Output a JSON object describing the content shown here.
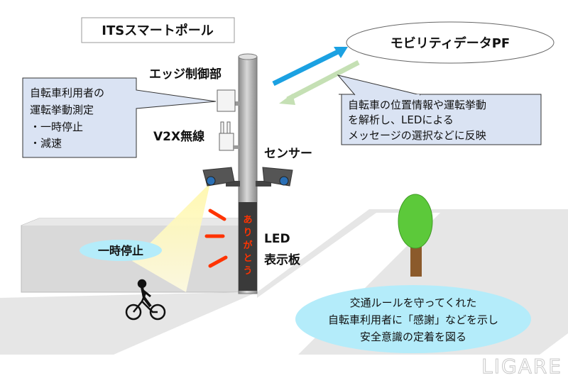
{
  "title": "ITSスマートポール",
  "platform": "モビリティデータPF",
  "labels": {
    "edge": "エッジ制御部",
    "v2x": "V2X無線",
    "sensor": "センサー",
    "led_line1": "LED",
    "led_line2": "表示板"
  },
  "left_callout": [
    "自転車利用者の",
    "運転挙動測定",
    "・一時停止",
    "・減速"
  ],
  "right_callout": [
    "自転車の位置情報や運転挙動",
    "を解析し、LEDによる",
    "メッセージの選択などに反映"
  ],
  "led_message": [
    "あ",
    "り",
    "が",
    "と",
    "う"
  ],
  "stop_bubble": "一時停止",
  "bottom_bubble": [
    "交通ルールを守ってくれた",
    "自転車利用者に「感謝」などを示し",
    "安全意識の定着を図る"
  ],
  "watermark": "LIGARE",
  "colors": {
    "callout": "#dae3f3",
    "bubble": "#b4ecfa",
    "uplink": "#1ba1e2",
    "downlink": "#c5e0b4",
    "led_text": "#ff3300"
  }
}
